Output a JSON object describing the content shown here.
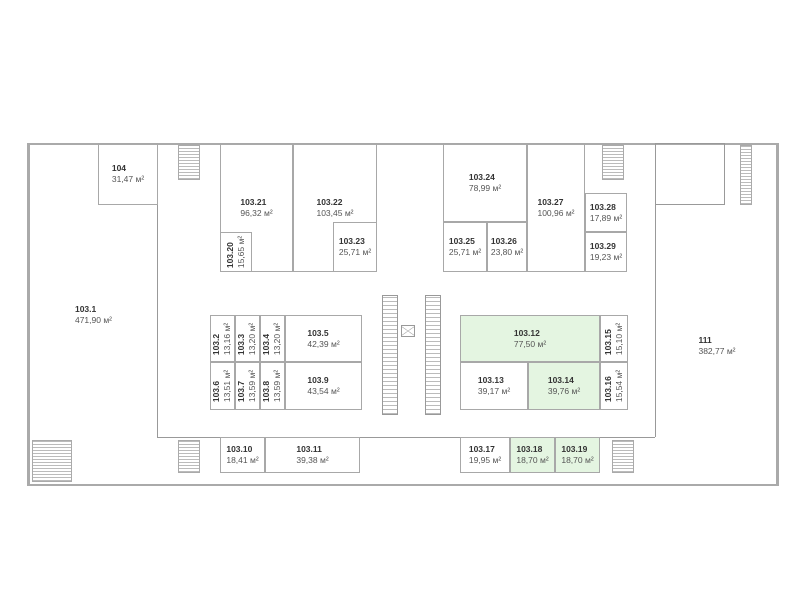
{
  "plan": {
    "area_unit": "м²",
    "highlight_color": "#e4f5e1",
    "rooms": [
      {
        "id": "103.1",
        "area": "471,90 м²"
      },
      {
        "id": "104",
        "area": "31,47 м²"
      },
      {
        "id": "103.21",
        "area": "96,32 м²"
      },
      {
        "id": "103.20",
        "area": "15,65 м²"
      },
      {
        "id": "103.22",
        "area": "103,45 м²"
      },
      {
        "id": "103.23",
        "area": "25,71 м²"
      },
      {
        "id": "103.24",
        "area": "78,99 м²"
      },
      {
        "id": "103.25",
        "area": "25,71 м²"
      },
      {
        "id": "103.26",
        "area": "23,80 м²"
      },
      {
        "id": "103.27",
        "area": "100,96 м²"
      },
      {
        "id": "103.28",
        "area": "17,89 м²"
      },
      {
        "id": "103.29",
        "area": "19,23 м²"
      },
      {
        "id": "111",
        "area": "382,77 м²"
      },
      {
        "id": "103.2",
        "area": "13,16 м²"
      },
      {
        "id": "103.3",
        "area": "13,20 м²"
      },
      {
        "id": "103.4",
        "area": "13,20 м²"
      },
      {
        "id": "103.5",
        "area": "42,39 м²"
      },
      {
        "id": "103.6",
        "area": "13,51 м²"
      },
      {
        "id": "103.7",
        "area": "13,59 м²"
      },
      {
        "id": "103.8",
        "area": "13,59 м²"
      },
      {
        "id": "103.9",
        "area": "43,54 м²"
      },
      {
        "id": "103.12",
        "area": "77,50 м²",
        "available": true
      },
      {
        "id": "103.15",
        "area": "15,10 м²"
      },
      {
        "id": "103.13",
        "area": "39,17 м²"
      },
      {
        "id": "103.14",
        "area": "39,76 м²",
        "available": true
      },
      {
        "id": "103.16",
        "area": "15,54 м²"
      },
      {
        "id": "103.10",
        "area": "18,41 м²"
      },
      {
        "id": "103.11",
        "area": "39,38 м²"
      },
      {
        "id": "103.17",
        "area": "19,95 м²"
      },
      {
        "id": "103.18",
        "area": "18,70 м²",
        "available": true
      },
      {
        "id": "103.19",
        "area": "18,70 м²",
        "available": true
      }
    ]
  }
}
